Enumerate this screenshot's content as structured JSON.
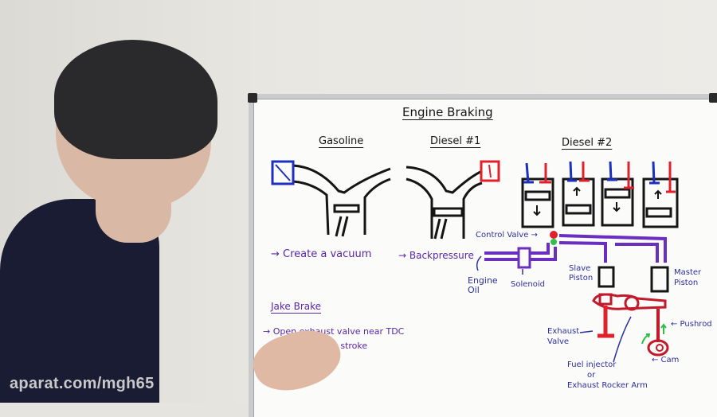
{
  "whiteboard": {
    "title": "Engine Braking",
    "sections": {
      "gasoline": {
        "heading": "Gasoline",
        "note": "→ Create a vacuum",
        "throttle_color": "#1c2fc0"
      },
      "diesel1": {
        "heading": "Diesel #1",
        "note": "→ Backpressure",
        "valve_color": "#e0202a"
      },
      "diesel2": {
        "heading": "Diesel #2",
        "cylinders": [
          {
            "arrow": "↓"
          },
          {
            "arrow": "↑"
          },
          {
            "arrow": "↓"
          },
          {
            "arrow": "↑"
          }
        ],
        "labels": {
          "control_valve": "Control Valve →",
          "engine_oil": "Engine Oil",
          "solenoid": "Solenoid",
          "slave_piston": "Slave Piston",
          "master_piston": "Master Piston",
          "exhaust_valve": "Exhaust Valve",
          "pushrod": "← Pushrod",
          "cam": "← Cam",
          "fuel_injector_line1": "Fuel injector",
          "fuel_injector_line2": "or",
          "fuel_injector_line3": "Exhaust Rocker Arm"
        }
      },
      "jake_brake": {
        "heading": "Jake Brake",
        "line1": "→ Open exhaust valve near TDC",
        "line2": "of compression stroke"
      }
    },
    "colors": {
      "black_marker": "#151515",
      "purple_marker": "#5a26a8",
      "blue_marker": "#2c2f9c",
      "red_marker": "#e0202a",
      "green_marker": "#2fbf4a"
    }
  },
  "watermark": "aparat.com/mgh65"
}
